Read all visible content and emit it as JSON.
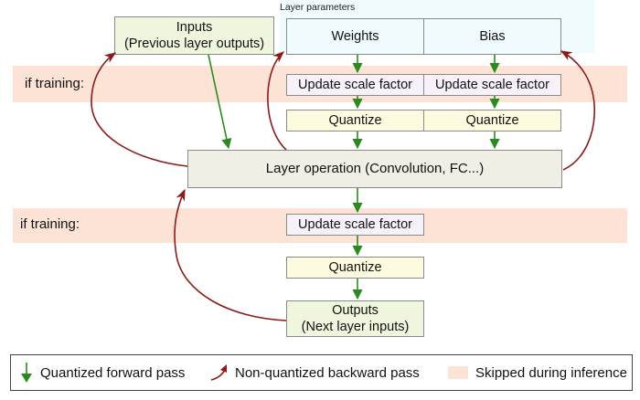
{
  "bands": {
    "training_label_1": "if training:",
    "training_label_2": "if training:"
  },
  "params": {
    "title": "Layer parameters",
    "weights": "Weights",
    "bias": "Bias"
  },
  "inputs": {
    "line1": "Inputs",
    "line2": "(Previous layer outputs)"
  },
  "steps": {
    "update_scale_weights": "Update scale factor",
    "update_scale_bias": "Update scale factor",
    "quantize_weights": "Quantize",
    "quantize_bias": "Quantize",
    "layer_op": "Layer operation (Convolution, FC...)",
    "update_scale_outputs": "Update scale factor",
    "quantize_outputs": "Quantize"
  },
  "outputs": {
    "line1": "Outputs",
    "line2": "(Next layer inputs)"
  },
  "legend": {
    "forward": "Quantized forward pass",
    "backward": "Non-quantized backward pass",
    "skipped": "Skipped during inference"
  },
  "colors": {
    "forward_arrow": "#2b8a1f",
    "backward_arrow": "#8b1a1a",
    "skipped_band": "#fde3d6"
  }
}
